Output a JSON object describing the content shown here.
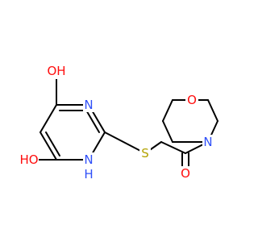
{
  "colors": {
    "background": "#ffffff",
    "bond": "#000000",
    "oxygen": "#ff0d0d",
    "nitrogen": "#3050f8",
    "sulfur": "#b2a200"
  },
  "atoms": [
    {
      "id": "O1",
      "text": "OH",
      "element": "oxygen"
    },
    {
      "id": "O2",
      "text": "HO",
      "element": "oxygen"
    },
    {
      "id": "N1",
      "text": "N",
      "element": "nitrogen"
    },
    {
      "id": "N3",
      "text": "N",
      "element": "nitrogen"
    },
    {
      "id": "H3",
      "text": "H",
      "element": "nitrogen"
    },
    {
      "id": "S",
      "text": "S",
      "element": "sulfur"
    },
    {
      "id": "O3",
      "text": "O",
      "element": "oxygen"
    },
    {
      "id": "N4",
      "text": "N",
      "element": "nitrogen"
    },
    {
      "id": "O4",
      "text": "O",
      "element": "oxygen"
    }
  ]
}
